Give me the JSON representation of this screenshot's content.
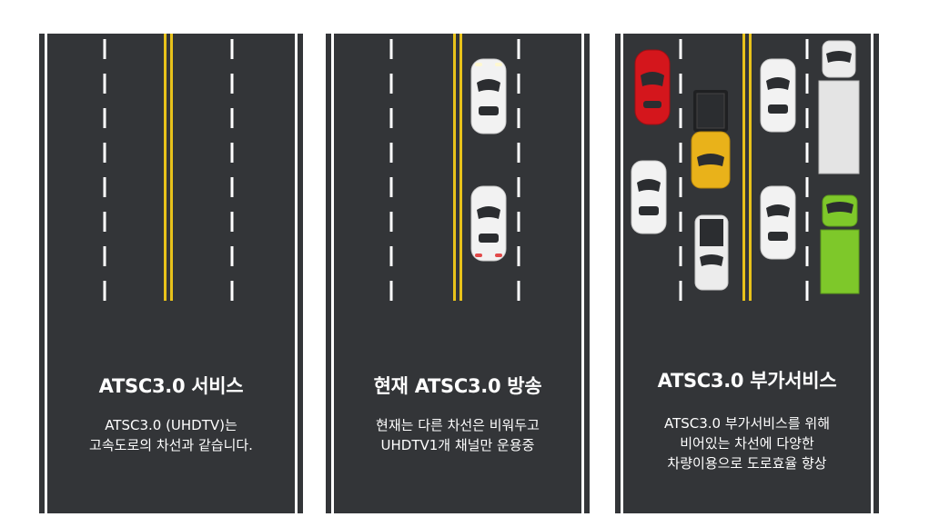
{
  "panels": [
    {
      "title": "ATSC3.0 서비스",
      "lines": [
        "ATSC3.0 (UHDTV)는",
        "고속도로의 차선과 같습니다."
      ]
    },
    {
      "title": "현재 ATSC3.0 방송",
      "lines": [
        "현재는 다른 차선은 비워두고",
        "UHDTV1개 채널만 운용중"
      ]
    },
    {
      "title": "ATSC3.0 부가서비스",
      "lines": [
        "ATSC3.0 부가서비스를 위해",
        "비어있는 차선에 다양한",
        "차량이용으로 도로효율 향상"
      ]
    }
  ],
  "colors": {
    "asphalt": "#333538",
    "center_line": "#e8c21b",
    "lane_marking": "#ffffff",
    "car_white": "#f2f2f2",
    "car_red": "#d4161c",
    "truck_yellow": "#e9b21a",
    "truck_green": "#7ec82a"
  },
  "icons": {
    "white_car": "sedan-top-view",
    "red_car": "sports-car-top-view",
    "yellow_truck": "dump-truck-top-view",
    "white_truck": "box-truck-top-view",
    "green_truck": "cargo-truck-top-view",
    "pickup": "pickup-truck-top-view"
  }
}
